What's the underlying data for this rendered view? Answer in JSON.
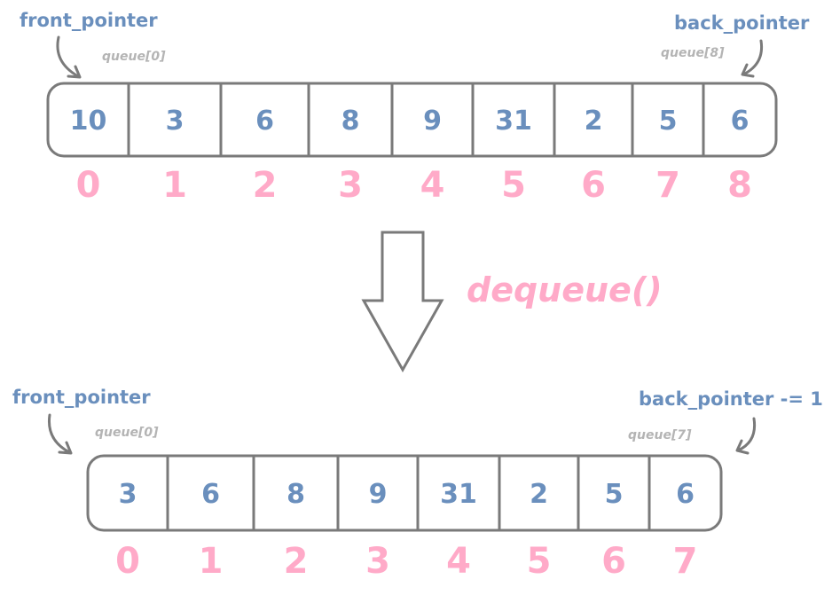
{
  "colors": {
    "value_blue": "#6a8fbd",
    "index_pink": "#ffaac8",
    "hint_grey": "#b4b4b4",
    "stroke_grey": "#7a7a7a"
  },
  "before": {
    "front_label": "front_pointer",
    "back_label": "back_pointer",
    "first_hint": "queue[0]",
    "last_hint": "queue[8]",
    "values": [
      "10",
      "3",
      "6",
      "8",
      "9",
      "31",
      "2",
      "5",
      "6"
    ],
    "indices": [
      "0",
      "1",
      "2",
      "3",
      "4",
      "5",
      "6",
      "7",
      "8"
    ]
  },
  "operation": {
    "label": "dequeue()",
    "arrow_icon": "down-arrow-icon"
  },
  "after": {
    "front_label": "front_pointer",
    "back_label": "back_pointer -= 1",
    "first_hint": "queue[0]",
    "last_hint": "queue[7]",
    "values": [
      "3",
      "6",
      "8",
      "9",
      "31",
      "2",
      "5",
      "6"
    ],
    "indices": [
      "0",
      "1",
      "2",
      "3",
      "4",
      "5",
      "6",
      "7"
    ]
  }
}
